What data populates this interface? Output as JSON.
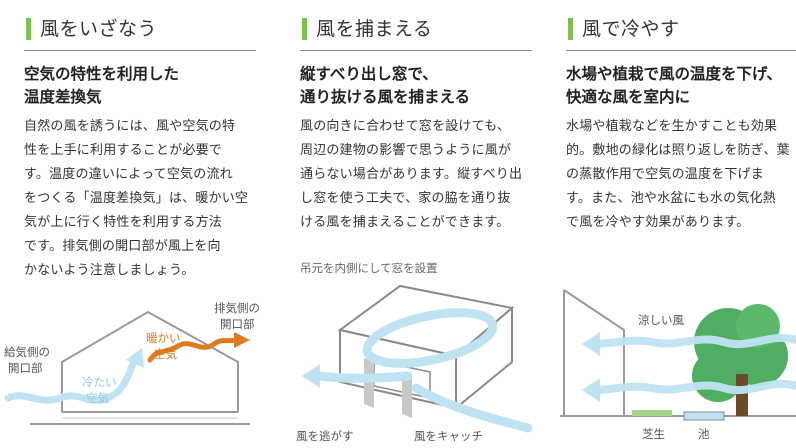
{
  "columns": [
    {
      "title": "風をいざなう",
      "subtitle": "空気の特性を利用した\n温度差換気",
      "body": "自然の風を誘うには、風や空気の特\n性を上手に利用することが必要で\nす。温度の違いによって空気の流れ\nをつくる「温度差換気」は、暖かい空\n気が上に行く特性を利用する方法\nです。排気側の開口部が風上を向\nかないよう注意しましょう。"
    },
    {
      "title": "風を捕まえる",
      "subtitle": "縦すべり出し窓で、\n通り抜ける風を捕まえる",
      "body": "風の向きに合わせて窓を設けても、\n周辺の建物の影響で思うように風が\n通らない場合があります。縦すべり出\nし窓を使う工夫で、家の脇を通り抜\nける風を捕まえることができます。"
    },
    {
      "title": "風で冷やす",
      "subtitle": "水場や植栽で風の温度を下げ、\n快適な風を室内に",
      "body": "水場や植栽などを生かすことも効果\n的。敷地の緑化は照り返しを防ぎ、葉\nの蒸散作用で空気の温度を下げま\nす。また、池や水盆にも水の気化熱\nで風を冷やす効果があります。"
    }
  ],
  "diagram1": {
    "inlet_label": [
      "給気側の",
      "開口部"
    ],
    "outlet_label": [
      "排気側の",
      "開口部"
    ],
    "cool_label": [
      "冷たい",
      "空気"
    ],
    "warm_label": [
      "暖かい",
      "空気"
    ]
  },
  "diagram2": {
    "top_label": "吊元を内側にして窓を設置",
    "escape_label": "風を逃がす",
    "catch_label": "風をキャッチ"
  },
  "diagram3": {
    "wind_label": "涼しい風",
    "lawn_label": "芝生",
    "pond_label": "池"
  },
  "colors": {
    "accent_green": "#7dc24a",
    "cool_wind": "#bfe3f2",
    "warm_wind": "#e07a1c",
    "tree": "#4fae62",
    "trunk": "#6b4b2a"
  }
}
